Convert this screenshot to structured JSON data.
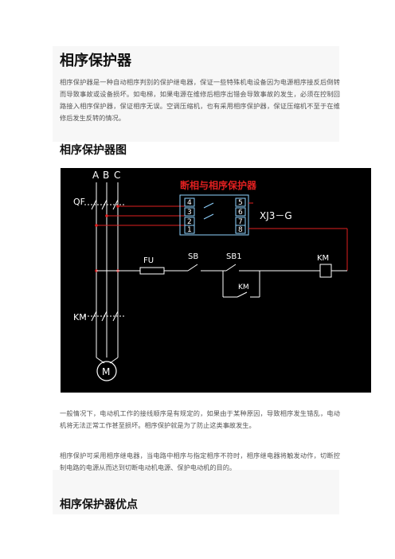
{
  "title": "相序保护器",
  "intro": "相序保护器是一种自动相序判别的保护继电器，保证一些特殊机电设备因为电源相序接反后倒转而导致事故或设备损坏。如电梯，如果电源在维修后相序出错会导致事故的发生，必须在控制回路接入相序保护器，保证相序无误。空调压缩机，也有采用相序保护器，保证压缩机不至于在维修后发生反转的情况。",
  "section_diagram_title": "相序保护器图",
  "diagram": {
    "title": "断相与相序保护器",
    "phases": [
      "A",
      "B",
      "C"
    ],
    "qf": "QF",
    "km_main": "KM",
    "motor": "M",
    "module": "XJ3－G",
    "terminals_left": [
      "4",
      "3",
      "2",
      "1"
    ],
    "terminals_right": [
      "5",
      "6",
      "7",
      "8"
    ],
    "fu": "FU",
    "sb": "SB",
    "sb1": "SB1",
    "km_coil": "KM",
    "km_aux": "KM"
  },
  "para2": "一般情况下，电动机工作的接线顺序是有规定的，如果由于某种原因，导致相序发生错乱，电动机将无法正常工作甚至损坏。相序保护就是为了防止这类事故发生。",
  "para3": "相序保护可采用相序继电器，当电路中相序与指定相序不符时，相序继电器将触发动作，切断控制电路的电源从而达到切断电动机电源、保护电动机的目的。",
  "section_advantages_title": "相序保护器优点",
  "colors": {
    "wire": "#ffffff",
    "accent_red": "#e02020",
    "module_blue": "#8fd3ff"
  }
}
